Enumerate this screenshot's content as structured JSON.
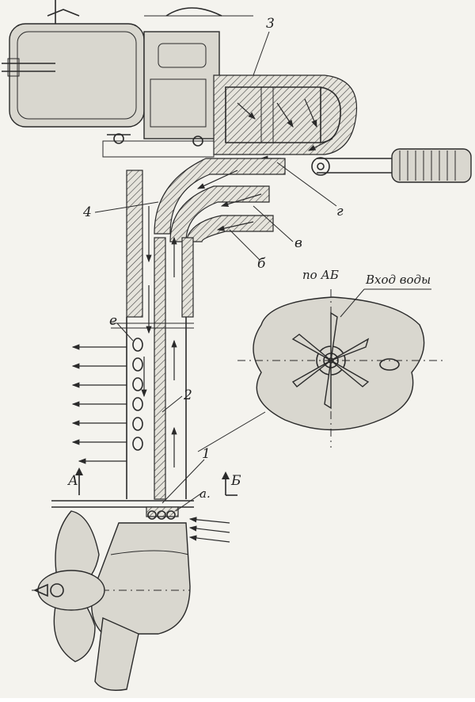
{
  "labels": {
    "l3": "3",
    "l4": "4",
    "lg": "г",
    "lv": "в",
    "lb": "б",
    "le": "е",
    "l2": "2",
    "l1": "1",
    "la": "а.",
    "lA": "А",
    "lB": "Б",
    "section": "по АБ",
    "water_inlet": "Вход воды"
  },
  "colors": {
    "ink": "#2a2a2a",
    "paper": "#f4f3ee"
  }
}
